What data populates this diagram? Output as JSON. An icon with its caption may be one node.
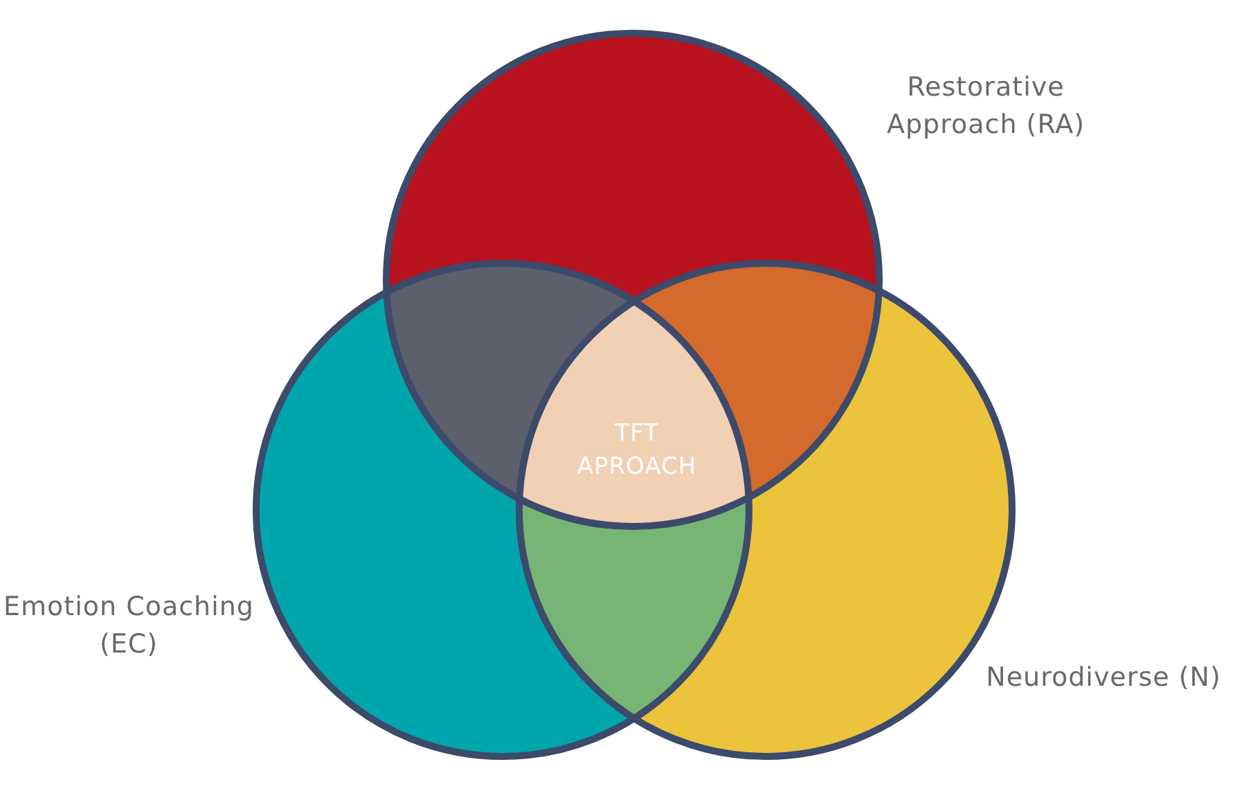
{
  "diagram": {
    "nodes": [
      {
        "text": [
          "Restorative Approach (RA)"
        ]
      },
      {
        "text": [
          "Emotion Coaching (EC)"
        ]
      },
      {
        "text": [
          "Neurodiverse (N)"
        ]
      },
      {
        "text": [
          "TFT APROACH"
        ]
      }
    ],
    "edges": []
  }
}
